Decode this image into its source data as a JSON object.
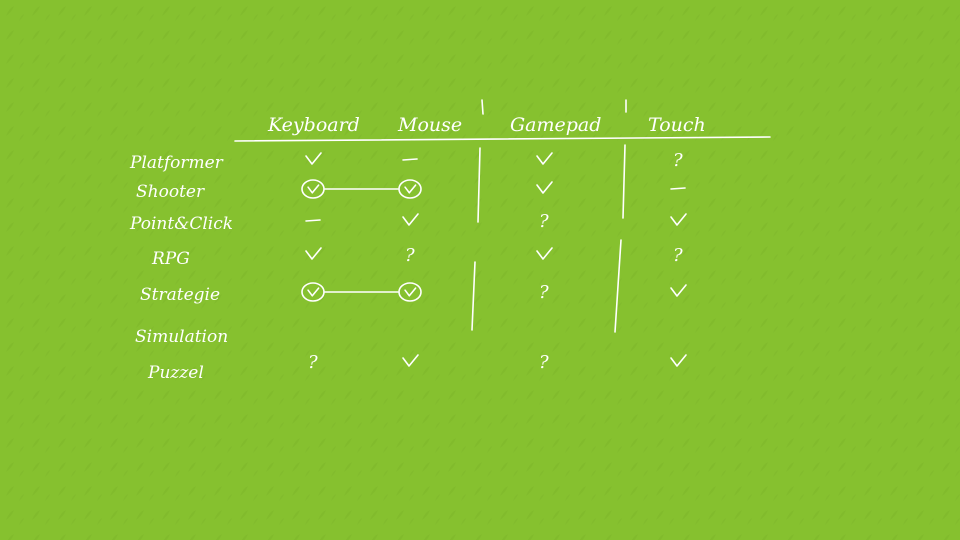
{
  "board": {
    "background": "#86c12f",
    "ink": "#ffffff",
    "texture_icon": "leaf-icon"
  },
  "columns": [
    "Keyboard",
    "Mouse",
    "Gamepad",
    "Touch"
  ],
  "rows": [
    {
      "label": "Platformer",
      "cells": [
        "check",
        "dash",
        "check",
        "question"
      ],
      "linked": []
    },
    {
      "label": "Shooter",
      "cells": [
        "circled-check",
        "circled-check",
        "check",
        "dash"
      ],
      "linked": [
        0,
        1
      ]
    },
    {
      "label": "Point&Click",
      "cells": [
        "dash",
        "check",
        "question",
        "check"
      ],
      "linked": []
    },
    {
      "label": "RPG",
      "cells": [
        "check",
        "question",
        "check",
        "question"
      ],
      "linked": []
    },
    {
      "label": "Strategie",
      "cells": [
        "circled-check",
        "circled-check",
        "question",
        "check"
      ],
      "linked": [
        0,
        1
      ]
    },
    {
      "label": "Simulation",
      "cells": [
        "",
        "",
        "",
        ""
      ],
      "linked": []
    },
    {
      "label": "Puzzel",
      "cells": [
        "question",
        "check",
        "question",
        "check"
      ],
      "linked": []
    }
  ],
  "question_mark": "?"
}
